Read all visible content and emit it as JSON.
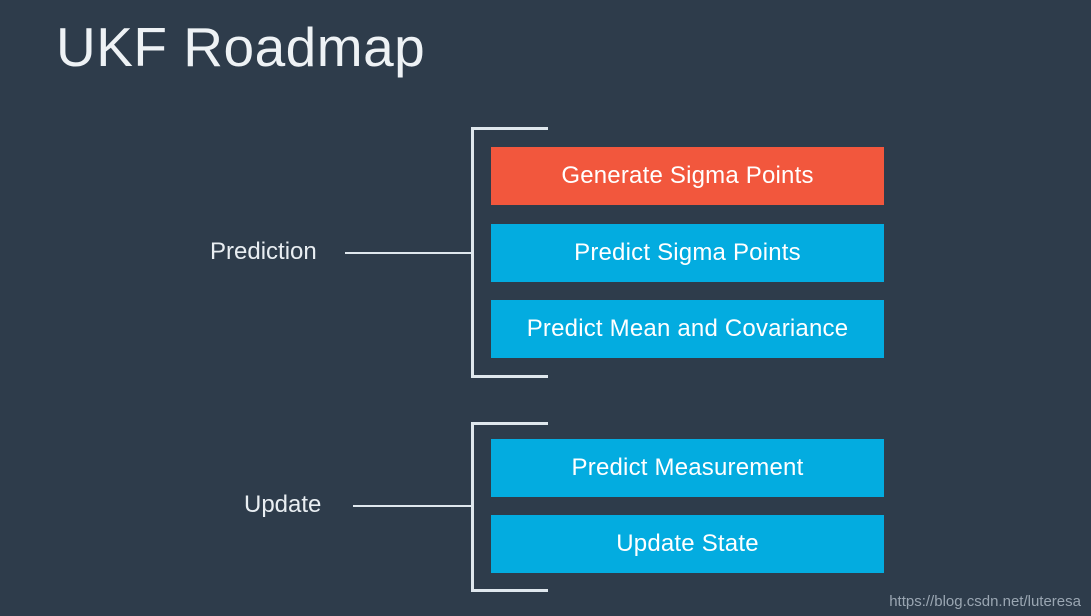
{
  "slide": {
    "title": "UKF Roadmap",
    "background_color": "#2e3c4b",
    "accent_orange": "#f2573d",
    "accent_blue": "#03ace0",
    "line_color": "#dfe7ed"
  },
  "groups": [
    {
      "label": "Prediction",
      "steps": [
        {
          "text": "Generate Sigma Points",
          "color": "#f2573d",
          "highlighted": "true"
        },
        {
          "text": "Predict Sigma Points",
          "color": "#03ace0",
          "highlighted": "false"
        },
        {
          "text": "Predict Mean and Covariance",
          "color": "#03ace0",
          "highlighted": "false"
        }
      ]
    },
    {
      "label": "Update",
      "steps": [
        {
          "text": "Predict Measurement",
          "color": "#03ace0",
          "highlighted": "false"
        },
        {
          "text": "Update State",
          "color": "#03ace0",
          "highlighted": "false"
        }
      ]
    }
  ],
  "watermark": "https://blog.csdn.net/luteresa"
}
